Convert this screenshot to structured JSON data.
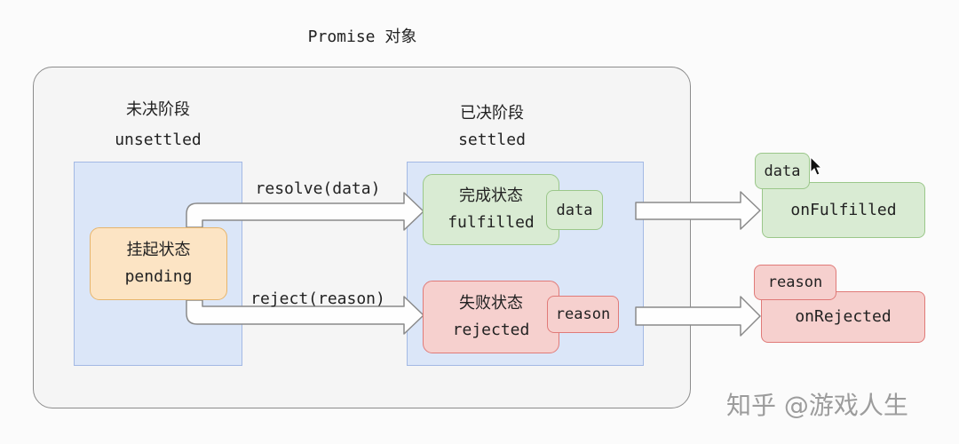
{
  "title": "Promise 对象",
  "unsettled": {
    "label_cn": "未决阶段",
    "label_en": "unsettled",
    "pending": {
      "label_cn": "挂起状态",
      "label_en": "pending"
    }
  },
  "settled": {
    "label_cn": "已决阶段",
    "label_en": "settled",
    "fulfilled": {
      "label_cn": "完成状态",
      "label_en": "fulfilled",
      "tag": "data"
    },
    "rejected": {
      "label_cn": "失败状态",
      "label_en": "rejected",
      "tag": "reason"
    }
  },
  "transitions": {
    "resolve": "resolve(data)",
    "reject": "reject(reason)"
  },
  "handlers": {
    "on_fulfilled": {
      "label": "onFulfilled",
      "tag": "data"
    },
    "on_rejected": {
      "label": "onRejected",
      "tag": "reason"
    }
  },
  "watermark": "知乎 @游戏人生",
  "colors": {
    "stage_fill": "#dbe6f8",
    "stage_border": "#a3b9e4",
    "pending_fill": "#fce4c4",
    "pending_border": "#e7b56c",
    "fulfilled_fill": "#d9ebd3",
    "fulfilled_border": "#9bc78a",
    "rejected_fill": "#f6d0ce",
    "rejected_border": "#e07a78"
  }
}
